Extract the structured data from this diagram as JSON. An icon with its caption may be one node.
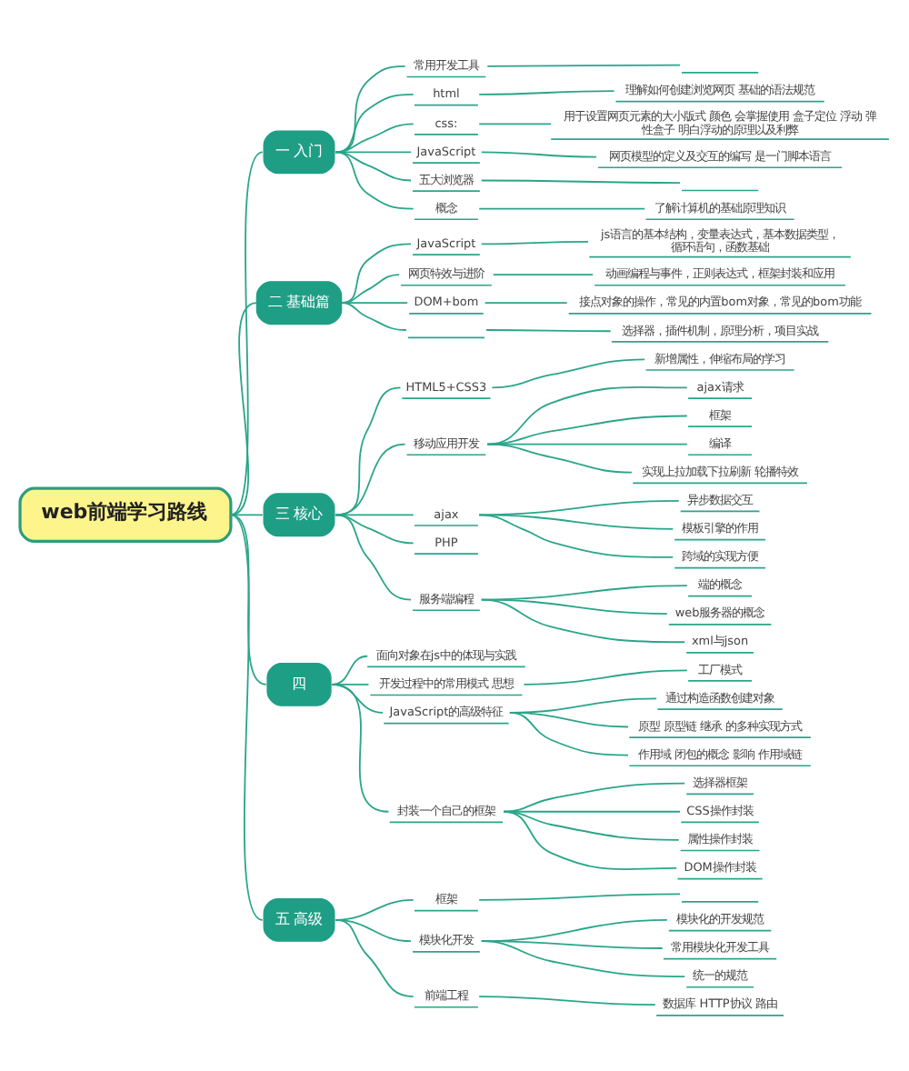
{
  "diagram": {
    "nodes": [
      {
        "text": [
          "web前端学习路线"
        ]
      },
      {
        "text": [
          "一 入门"
        ]
      },
      {
        "text": [
          "常用开发工具"
        ]
      },
      {
        "text": [],
        "shape": "line"
      },
      {
        "text": [
          "html"
        ]
      },
      {
        "text": [
          "理解如何创建浏览网页 基础的语法规范"
        ]
      },
      {
        "text": [
          "css:"
        ]
      },
      {
        "text": [
          "用于设置网页元素的大小版式 颜色 会掌握使用 盒子定位 浮动 弹性盒子 明白浮动的原理以及利弊"
        ]
      },
      {
        "text": [
          "JavaScript"
        ]
      },
      {
        "text": [
          "网页模型的定义及交互的编写 是一门脚本语言"
        ]
      },
      {
        "text": [
          "五大浏览器"
        ]
      },
      {
        "text": [],
        "shape": "line"
      },
      {
        "text": [
          "概念"
        ]
      },
      {
        "text": [
          "了解计算机的基础原理知识"
        ]
      },
      {
        "text": [
          "二 基础篇"
        ]
      },
      {
        "text": [
          "JavaScript"
        ]
      },
      {
        "text": [
          "js语言的基本结构，变量表达式，基本数据类型，循环语句，函数基础"
        ]
      },
      {
        "text": [
          "网页特效与进阶"
        ]
      },
      {
        "text": [
          "动画编程与事件，正则表达式，框架封装和应用"
        ]
      },
      {
        "text": [
          "DOM+bom"
        ]
      },
      {
        "text": [
          "接点对象的操作，常见的内置bom对象，常见的bom功能"
        ]
      },
      {
        "text": [],
        "shape": "line"
      },
      {
        "text": [
          "选择器，插件机制，原理分析，项目实战"
        ]
      },
      {
        "text": [
          "三 核心"
        ]
      },
      {
        "text": [
          "HTML5+CSS3"
        ]
      },
      {
        "text": [
          "新增属性，伸缩布局的学习"
        ]
      },
      {
        "text": [
          "移动应用开发"
        ]
      },
      {
        "text": [
          "ajax请求"
        ]
      },
      {
        "text": [
          "框架"
        ]
      },
      {
        "text": [
          "编译"
        ]
      },
      {
        "text": [
          "实现上拉加载下拉刷新 轮播特效"
        ]
      },
      {
        "text": [
          "ajax"
        ]
      },
      {
        "text": [
          "异步数据交互"
        ]
      },
      {
        "text": [
          "模板引擎的作用"
        ]
      },
      {
        "text": [
          "跨域的实现方便"
        ]
      },
      {
        "text": [
          "PHP"
        ]
      },
      {
        "text": [
          "服务端编程"
        ]
      },
      {
        "text": [
          "端的概念"
        ]
      },
      {
        "text": [
          "web服务器的概念"
        ]
      },
      {
        "text": [
          "xml与json"
        ]
      },
      {
        "text": [
          "四"
        ]
      },
      {
        "text": [
          "面向对象在js中的体现与实践"
        ]
      },
      {
        "text": [
          "开发过程中的常用模式 思想"
        ]
      },
      {
        "text": [
          "工厂模式"
        ]
      },
      {
        "text": [
          "JavaScript的高级特征"
        ]
      },
      {
        "text": [
          "通过构造函数创建对象"
        ]
      },
      {
        "text": [
          "原型 原型链 继承 的多种实现方式"
        ]
      },
      {
        "text": [
          "作用域 闭包的概念 影响 作用域链"
        ]
      },
      {
        "text": [
          "封装一个自己的框架"
        ]
      },
      {
        "text": [
          "选择器框架"
        ]
      },
      {
        "text": [
          "CSS操作封装"
        ]
      },
      {
        "text": [
          "属性操作封装"
        ]
      },
      {
        "text": [
          "DOM操作封装"
        ]
      },
      {
        "text": [
          "五 高级"
        ]
      },
      {
        "text": [
          "框架"
        ]
      },
      {
        "text": [],
        "shape": "line"
      },
      {
        "text": [
          "模块化开发"
        ]
      },
      {
        "text": [
          "模块化的开发规范"
        ]
      },
      {
        "text": [
          "常用模块化开发工具"
        ]
      },
      {
        "text": [
          "统一的规范"
        ]
      },
      {
        "text": [
          "前端工程"
        ]
      },
      {
        "text": [
          "数据库 HTTP协议 路由"
        ]
      }
    ],
    "edges": [
      {
        "from": 0,
        "to": 1,
        "arrow": "none"
      },
      {
        "from": 0,
        "to": 14,
        "arrow": "none"
      },
      {
        "from": 0,
        "to": 23,
        "arrow": "none"
      },
      {
        "from": 0,
        "to": 40,
        "arrow": "none"
      },
      {
        "from": 0,
        "to": 53,
        "arrow": "none"
      },
      {
        "from": 1,
        "to": 2,
        "arrow": "none"
      },
      {
        "from": 2,
        "to": 3,
        "arrow": "none"
      },
      {
        "from": 1,
        "to": 4,
        "arrow": "none"
      },
      {
        "from": 4,
        "to": 5,
        "arrow": "none"
      },
      {
        "from": 1,
        "to": 6,
        "arrow": "none"
      },
      {
        "from": 6,
        "to": 7,
        "arrow": "none"
      },
      {
        "from": 1,
        "to": 8,
        "arrow": "none"
      },
      {
        "from": 8,
        "to": 9,
        "arrow": "none"
      },
      {
        "from": 1,
        "to": 10,
        "arrow": "none"
      },
      {
        "from": 10,
        "to": 11,
        "arrow": "none"
      },
      {
        "from": 1,
        "to": 12,
        "arrow": "none"
      },
      {
        "from": 12,
        "to": 13,
        "arrow": "none"
      },
      {
        "from": 14,
        "to": 15,
        "arrow": "none"
      },
      {
        "from": 15,
        "to": 16,
        "arrow": "none"
      },
      {
        "from": 14,
        "to": 17,
        "arrow": "none"
      },
      {
        "from": 17,
        "to": 18,
        "arrow": "none"
      },
      {
        "from": 14,
        "to": 19,
        "arrow": "none"
      },
      {
        "from": 19,
        "to": 20,
        "arrow": "none"
      },
      {
        "from": 14,
        "to": 21,
        "arrow": "none"
      },
      {
        "from": 21,
        "to": 22,
        "arrow": "none"
      },
      {
        "from": 23,
        "to": 24,
        "arrow": "none"
      },
      {
        "from": 24,
        "to": 25,
        "arrow": "none"
      },
      {
        "from": 23,
        "to": 26,
        "arrow": "none"
      },
      {
        "from": 26,
        "to": 27,
        "arrow": "none"
      },
      {
        "from": 26,
        "to": 28,
        "arrow": "none"
      },
      {
        "from": 26,
        "to": 29,
        "arrow": "none"
      },
      {
        "from": 26,
        "to": 30,
        "arrow": "none"
      },
      {
        "from": 23,
        "to": 31,
        "arrow": "none"
      },
      {
        "from": 31,
        "to": 32,
        "arrow": "none"
      },
      {
        "from": 31,
        "to": 33,
        "arrow": "none"
      },
      {
        "from": 31,
        "to": 34,
        "arrow": "none"
      },
      {
        "from": 23,
        "to": 35,
        "arrow": "none"
      },
      {
        "from": 23,
        "to": 36,
        "arrow": "none"
      },
      {
        "from": 36,
        "to": 37,
        "arrow": "none"
      },
      {
        "from": 36,
        "to": 38,
        "arrow": "none"
      },
      {
        "from": 36,
        "to": 39,
        "arrow": "none"
      },
      {
        "from": 40,
        "to": 41,
        "arrow": "none"
      },
      {
        "from": 40,
        "to": 42,
        "arrow": "none"
      },
      {
        "from": 42,
        "to": 43,
        "arrow": "none"
      },
      {
        "from": 40,
        "to": 44,
        "arrow": "none"
      },
      {
        "from": 44,
        "to": 45,
        "arrow": "none"
      },
      {
        "from": 44,
        "to": 46,
        "arrow": "none"
      },
      {
        "from": 44,
        "to": 47,
        "arrow": "none"
      },
      {
        "from": 40,
        "to": 48,
        "arrow": "none"
      },
      {
        "from": 48,
        "to": 49,
        "arrow": "none"
      },
      {
        "from": 48,
        "to": 50,
        "arrow": "none"
      },
      {
        "from": 48,
        "to": 51,
        "arrow": "none"
      },
      {
        "from": 48,
        "to": 52,
        "arrow": "none"
      },
      {
        "from": 53,
        "to": 54,
        "arrow": "none"
      },
      {
        "from": 54,
        "to": 55,
        "arrow": "none"
      },
      {
        "from": 53,
        "to": 56,
        "arrow": "none"
      },
      {
        "from": 56,
        "to": 57,
        "arrow": "none"
      },
      {
        "from": 56,
        "to": 58,
        "arrow": "none"
      },
      {
        "from": 56,
        "to": 59,
        "arrow": "none"
      },
      {
        "from": 53,
        "to": 60,
        "arrow": "none"
      },
      {
        "from": 60,
        "to": 61,
        "arrow": "none"
      }
    ]
  }
}
